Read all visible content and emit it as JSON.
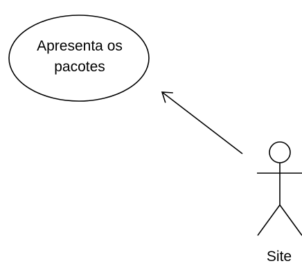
{
  "diagram": {
    "type": "use-case",
    "use_case": {
      "line1": "Apresenta os",
      "line2": "pacotes"
    },
    "actor": {
      "name": "Site"
    },
    "association": {
      "from": "actor",
      "to": "use_case",
      "arrowhead": "open"
    },
    "colors": {
      "stroke": "#000000",
      "fill": "#ffffff"
    }
  }
}
